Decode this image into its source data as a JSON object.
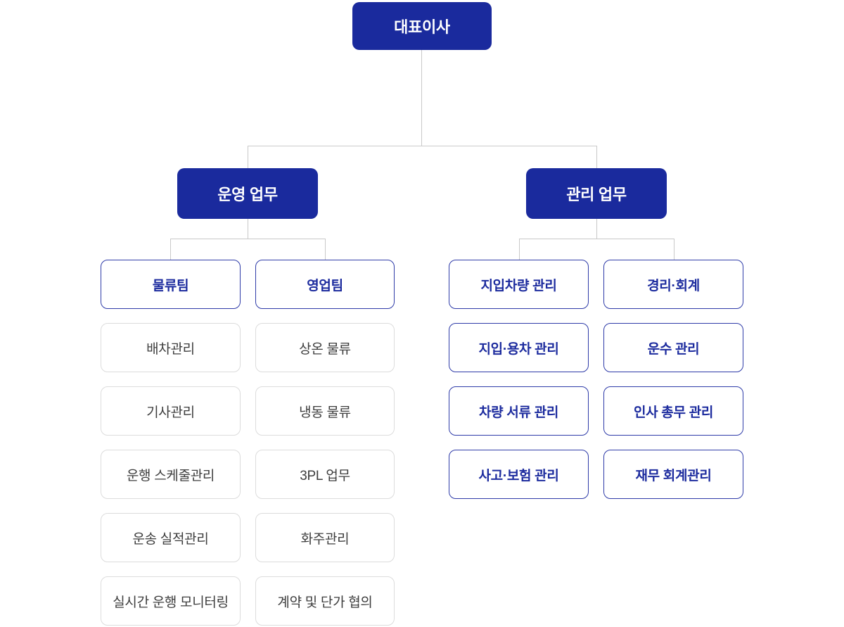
{
  "chart": {
    "type": "org-chart",
    "root": {
      "label": "대표이사"
    },
    "branches": [
      {
        "label": "운영 업무",
        "columns": [
          {
            "head": "물류팀",
            "items": [
              "배차관리",
              "기사관리",
              "운행 스케줄관리",
              "운송 실적관리",
              "실시간 운행 모니터링"
            ]
          },
          {
            "head": "영업팀",
            "items": [
              "상온 물류",
              "냉동 물류",
              "3PL 업무",
              "화주관리",
              "계약 및 단가 협의"
            ]
          }
        ]
      },
      {
        "label": "관리 업무",
        "columns": [
          {
            "items": [
              "지입차량 관리",
              "지입·용차 관리",
              "차량 서류 관리",
              "사고·보험 관리"
            ]
          },
          {
            "items": [
              "경리·회계",
              "운수 관리",
              "인사 총무 관리",
              "재무 회계관리"
            ]
          }
        ]
      }
    ],
    "colors": {
      "solid_box_blue": "#1a2a9d",
      "outline_blue": "#2e3ba8",
      "blue_text": "#1c2b9e",
      "gray_border": "#dcdcdc",
      "gray_text": "#3d3d3d",
      "connector_gray": "#c9c9c9",
      "background": "#ffffff"
    }
  }
}
